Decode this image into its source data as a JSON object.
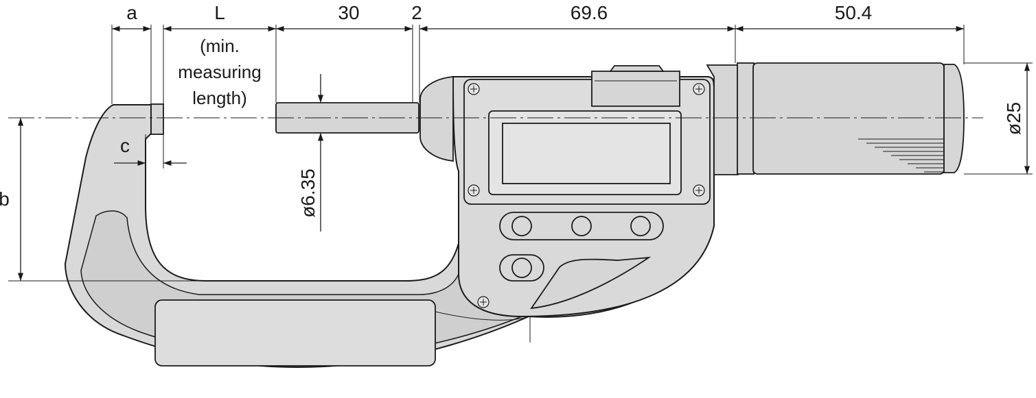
{
  "dimensions": {
    "a": "a",
    "L": "L",
    "L_note": [
      "(min.",
      "measuring",
      "length)"
    ],
    "d30": "30",
    "d2": "2",
    "d69_6": "69.6",
    "d50_4": "50.4",
    "c": "c",
    "b": "b",
    "spindle_dia": "ø6.35",
    "thimble_dia": "ø25"
  },
  "colors": {
    "body": "#d9d9d9",
    "outline": "#1a1a1a",
    "background": "#ffffff"
  }
}
